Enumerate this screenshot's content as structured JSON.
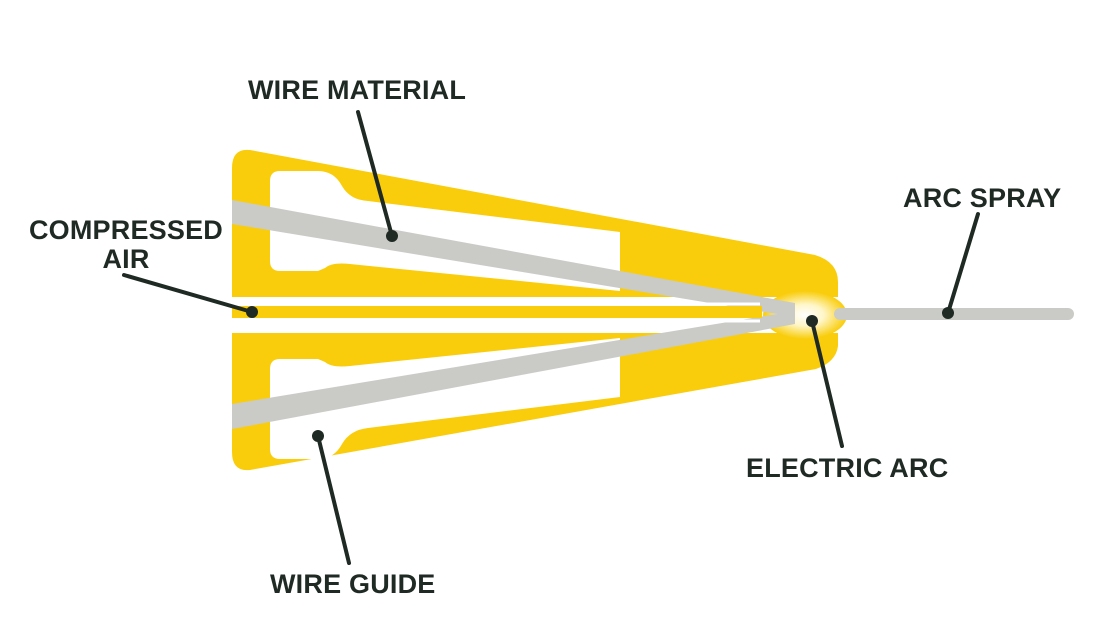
{
  "colors": {
    "body": "#f9cd0c",
    "wire": "#cacbc7",
    "ink": "#1f2a24",
    "background": "#ffffff"
  },
  "labels": {
    "wire_material": "WIRE MATERIAL",
    "compressed_air_line1": "COMPRESSED",
    "compressed_air_line2": "AIR",
    "arc_spray": "ARC SPRAY",
    "electric_arc": "ELECTRIC ARC",
    "wire_guide": "WIRE GUIDE"
  }
}
